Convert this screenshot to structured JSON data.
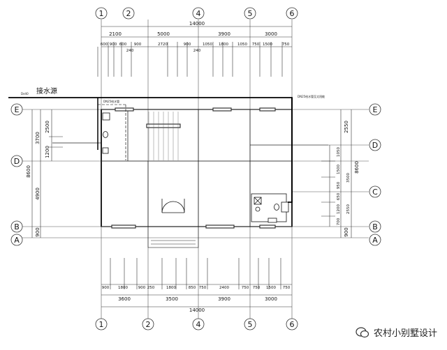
{
  "plan": {
    "top_axes": [
      "1",
      "2",
      "4",
      "5",
      "6"
    ],
    "bottom_axes": [
      "1",
      "2",
      "4",
      "5",
      "6"
    ],
    "left_axes": [
      "E",
      "D",
      "B",
      "A"
    ],
    "right_axes": [
      "E",
      "D",
      "C",
      "B",
      "A"
    ],
    "top_total": "14000",
    "top_spans": [
      "2100",
      "5000",
      "3900",
      "3000"
    ],
    "top_detail": [
      "600",
      "900",
      "600",
      "900",
      "2720",
      "900",
      "1050",
      "1800",
      "1050",
      "750",
      "1500",
      "750"
    ],
    "top_240a": "240",
    "top_240b": "240",
    "bottom_detail": [
      "900",
      "1800",
      "900",
      "250",
      "1800",
      "850",
      "750",
      "2400",
      "750",
      "750",
      "1500",
      "750"
    ],
    "bottom_spans": [
      "3600",
      "3500",
      "3900",
      "3000"
    ],
    "bottom_total": "14000",
    "left_total": "8600",
    "left_segments": [
      "3700",
      "4900",
      "900"
    ],
    "left_inner": [
      "2500",
      "1200"
    ],
    "right_outer": [
      "2550",
      "8600",
      "900"
    ],
    "right_inner": [
      "1050",
      "1500",
      "950",
      "650",
      "1200",
      "700",
      "3500",
      "2550"
    ],
    "water_source": "接水源",
    "pipe_note_left": "DN25给水管",
    "pipe_note_right": "DN25给水管至太阳能",
    "pipe_tag": "De40",
    "watermark": "农村小别墅设计"
  }
}
